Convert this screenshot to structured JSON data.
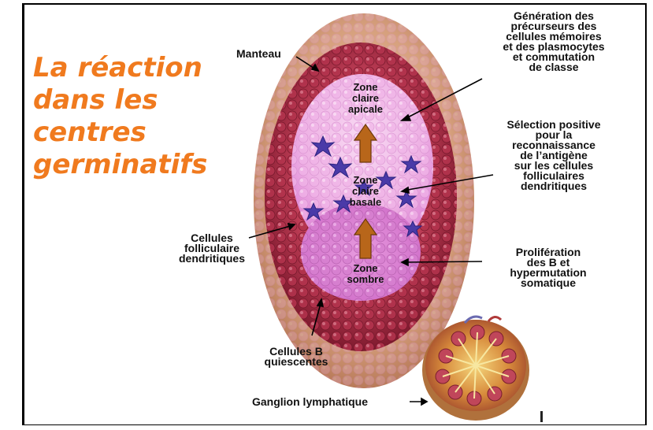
{
  "title_lines": [
    "La réaction",
    "dans les",
    "centres",
    "germinatifs"
  ],
  "labels": {
    "manteau": "Manteau",
    "generation": [
      "Génération des",
      "précurseurs des",
      "cellules mémoires",
      "et des plasmocytes",
      "et commutation",
      "de classe"
    ],
    "selection": [
      "Sélection positive",
      "pour la",
      "reconnaissance",
      "de l’antigène",
      "sur les cellules",
      "folliculaires",
      "dendritiques"
    ],
    "proliferation": [
      "Prolifération",
      "des B et",
      "hypermutation",
      "somatique"
    ],
    "cellules_fd": [
      "Cellules",
      "folliculaire",
      "dendritiques"
    ],
    "cellules_b": [
      "Cellules B",
      "quiescentes"
    ],
    "ganglion": "Ganglion lymphatique"
  },
  "zones": {
    "apicale": [
      "Zone",
      "claire",
      "apicale"
    ],
    "basale": [
      "Zone",
      "claire",
      "basale"
    ],
    "sombre": [
      "Zone",
      "sombre"
    ]
  },
  "colors": {
    "title": "#f07a1e",
    "mantle": "#a3263e",
    "light_zone": "#f1b6e6",
    "dark_zone": "#d978d0",
    "dendritic": "#4a3aa8",
    "arrow_fill": "#b8661a",
    "outer_follicle": "#d9a07a"
  }
}
